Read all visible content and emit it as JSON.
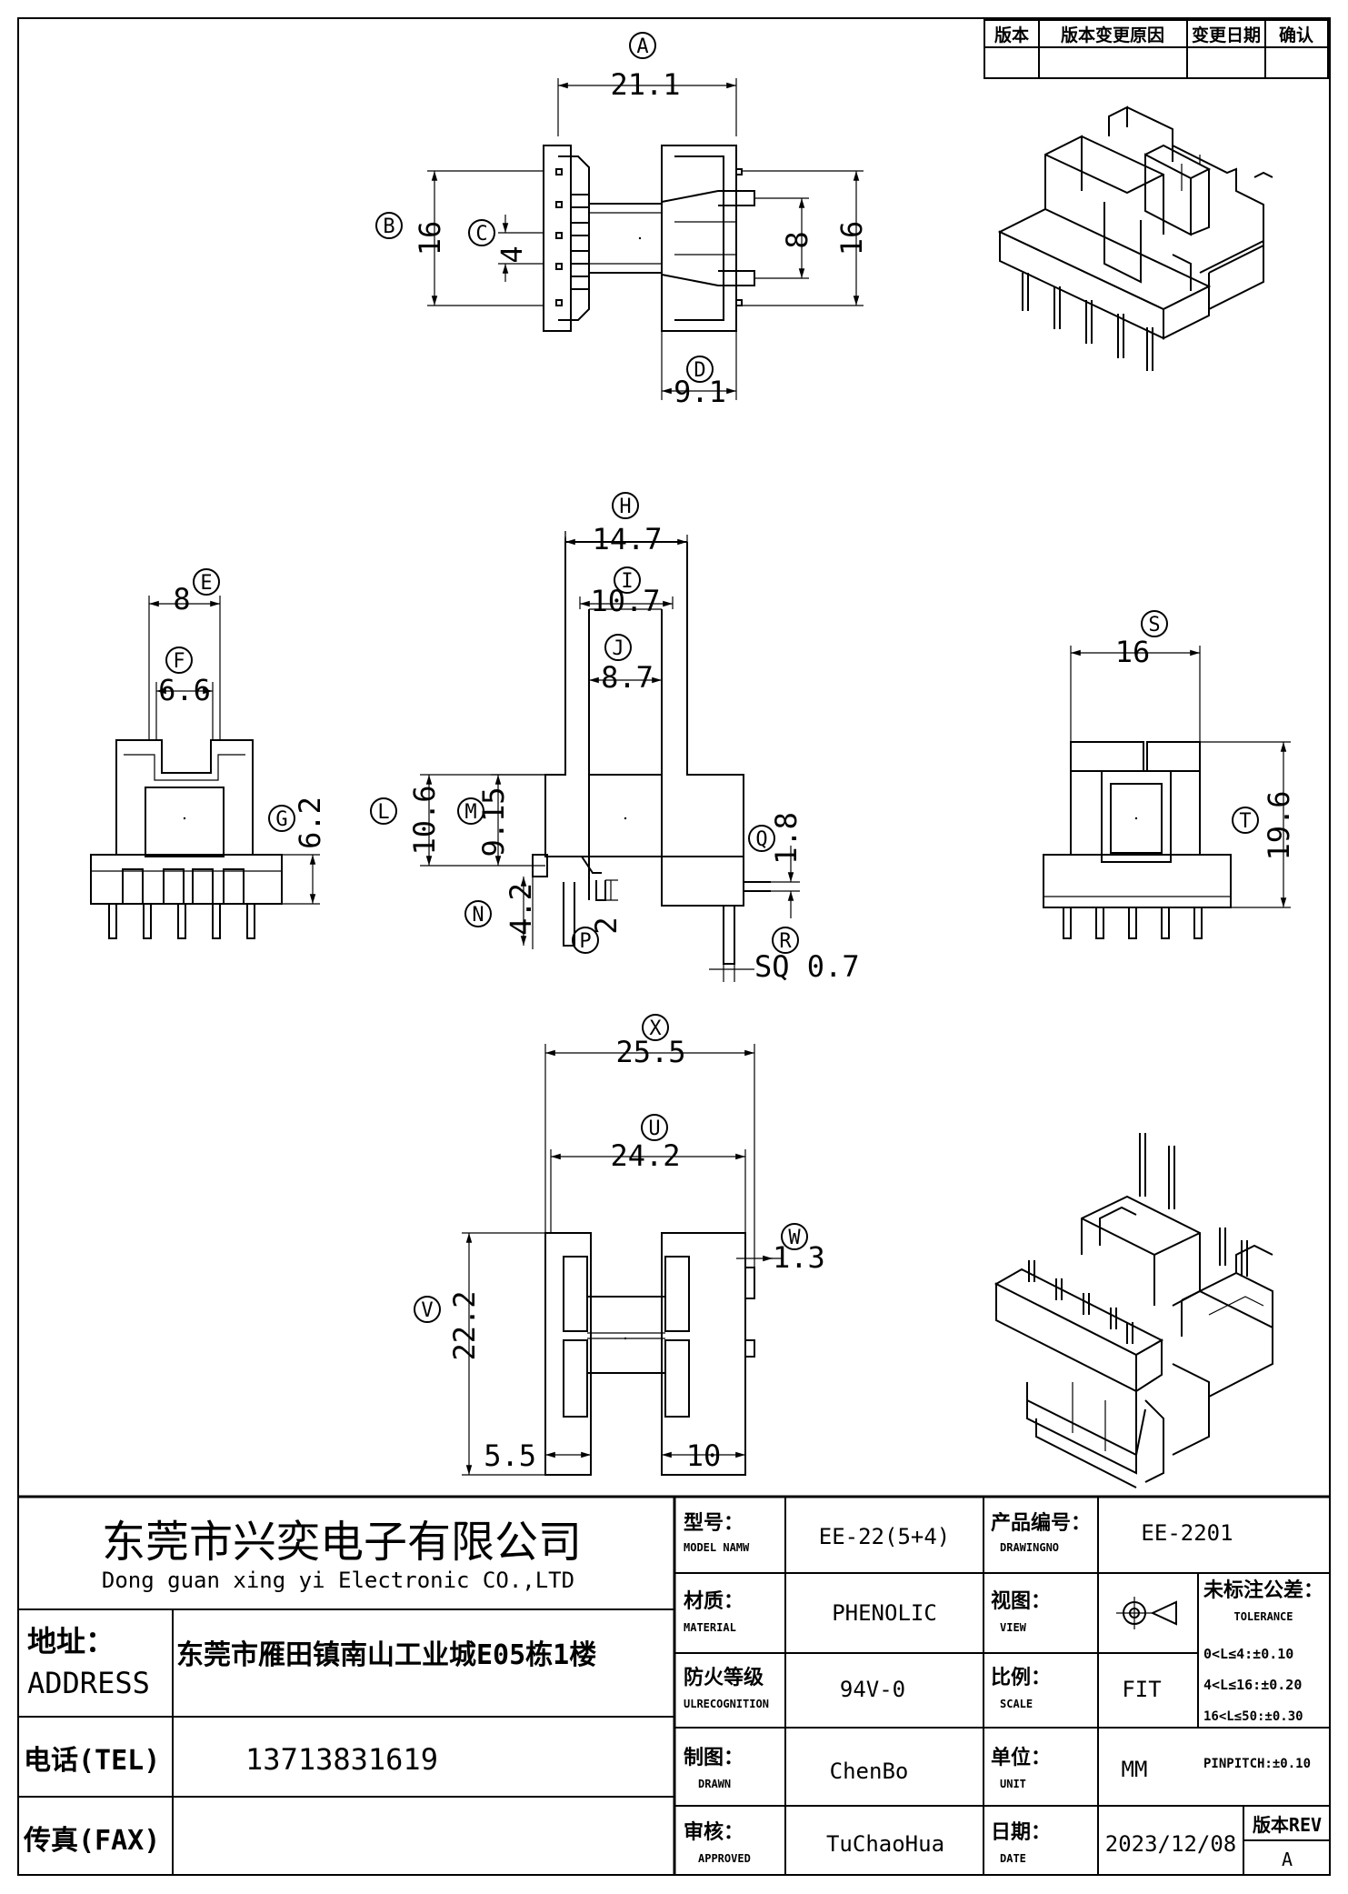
{
  "revision_table": {
    "headers": [
      "版本",
      "版本变更原因",
      "变更日期",
      "确认"
    ]
  },
  "views": {
    "top": {
      "dims": [
        {
          "id": "A",
          "value": "21.1"
        },
        {
          "id": "B",
          "value": "16"
        },
        {
          "id": "C",
          "value": "4"
        },
        {
          "id": "D",
          "value": "9.1"
        },
        {
          "id": "",
          "value": "8"
        },
        {
          "id": "",
          "value": "16"
        }
      ]
    },
    "side_left": {
      "dims": [
        {
          "id": "E",
          "value": "8"
        },
        {
          "id": "F",
          "value": "6.6"
        },
        {
          "id": "G",
          "value": "6.2"
        }
      ]
    },
    "front": {
      "dims": [
        {
          "id": "H",
          "value": "14.7"
        },
        {
          "id": "I",
          "value": "10.7"
        },
        {
          "id": "J",
          "value": "8.7"
        },
        {
          "id": "L",
          "value": "10.6"
        },
        {
          "id": "M",
          "value": "9.15"
        },
        {
          "id": "N",
          "value": "4.2"
        },
        {
          "id": "P",
          "value": "2"
        },
        {
          "id": "Q",
          "value": "1.8"
        },
        {
          "id": "R",
          "value": "SQ 0.7"
        }
      ]
    },
    "side_right": {
      "dims": [
        {
          "id": "S",
          "value": "16"
        },
        {
          "id": "T",
          "value": "19.6"
        }
      ]
    },
    "bottom": {
      "dims": [
        {
          "id": "X",
          "value": "25.5"
        },
        {
          "id": "U",
          "value": "24.2"
        },
        {
          "id": "W",
          "value": "1.3"
        },
        {
          "id": "V",
          "value": "22.2"
        },
        {
          "id": "",
          "value": "5.5"
        },
        {
          "id": "",
          "value": "10"
        }
      ]
    }
  },
  "company": {
    "name_cn": "东莞市兴奕电子有限公司",
    "name_en": "Dong guan xing yi Electronic CO.,LTD",
    "address_label_cn": "地址：",
    "address_label_en": "ADDRESS",
    "address": "东莞市雁田镇南山工业城E05栋1楼",
    "tel_label": "电话(TEL)",
    "tel": "13713831619",
    "fax_label": "传真(FAX)",
    "fax": ""
  },
  "title_block": {
    "model": {
      "cn": "型号：",
      "en": "MODEL NAMW",
      "value": "EE-22(5+4)"
    },
    "drawing_no": {
      "cn": "产品编号：",
      "en": "DRAWINGNO",
      "value": "EE-2201"
    },
    "material": {
      "cn": "材质：",
      "en": "MATERIAL",
      "value": "PHENOLIC"
    },
    "view": {
      "cn": "视图：",
      "en": "VIEW"
    },
    "tolerance": {
      "cn": "未标注公差：",
      "en": "TOLERANCE",
      "lines": [
        "0<L≤4:±0.10",
        "4<L≤16:±0.20",
        "16<L≤50:±0.30",
        "PINPITCH:±0.10"
      ]
    },
    "fire": {
      "cn": "防火等级",
      "en": "ULRECOGNITION",
      "value": "94V-0"
    },
    "scale": {
      "cn": "比例：",
      "en": "SCALE",
      "value": "FIT"
    },
    "drawn": {
      "cn": "制图：",
      "en": "DRAWN",
      "value": "ChenBo"
    },
    "unit": {
      "cn": "单位：",
      "en": "UNIT",
      "value": "MM"
    },
    "approved": {
      "cn": "审核：",
      "en": "APPROVED",
      "value": "TuChaoHua"
    },
    "date": {
      "cn": "日期：",
      "en": "DATE",
      "value": "2023/12/08"
    },
    "rev": {
      "label": "版本REV",
      "value": "A"
    }
  }
}
